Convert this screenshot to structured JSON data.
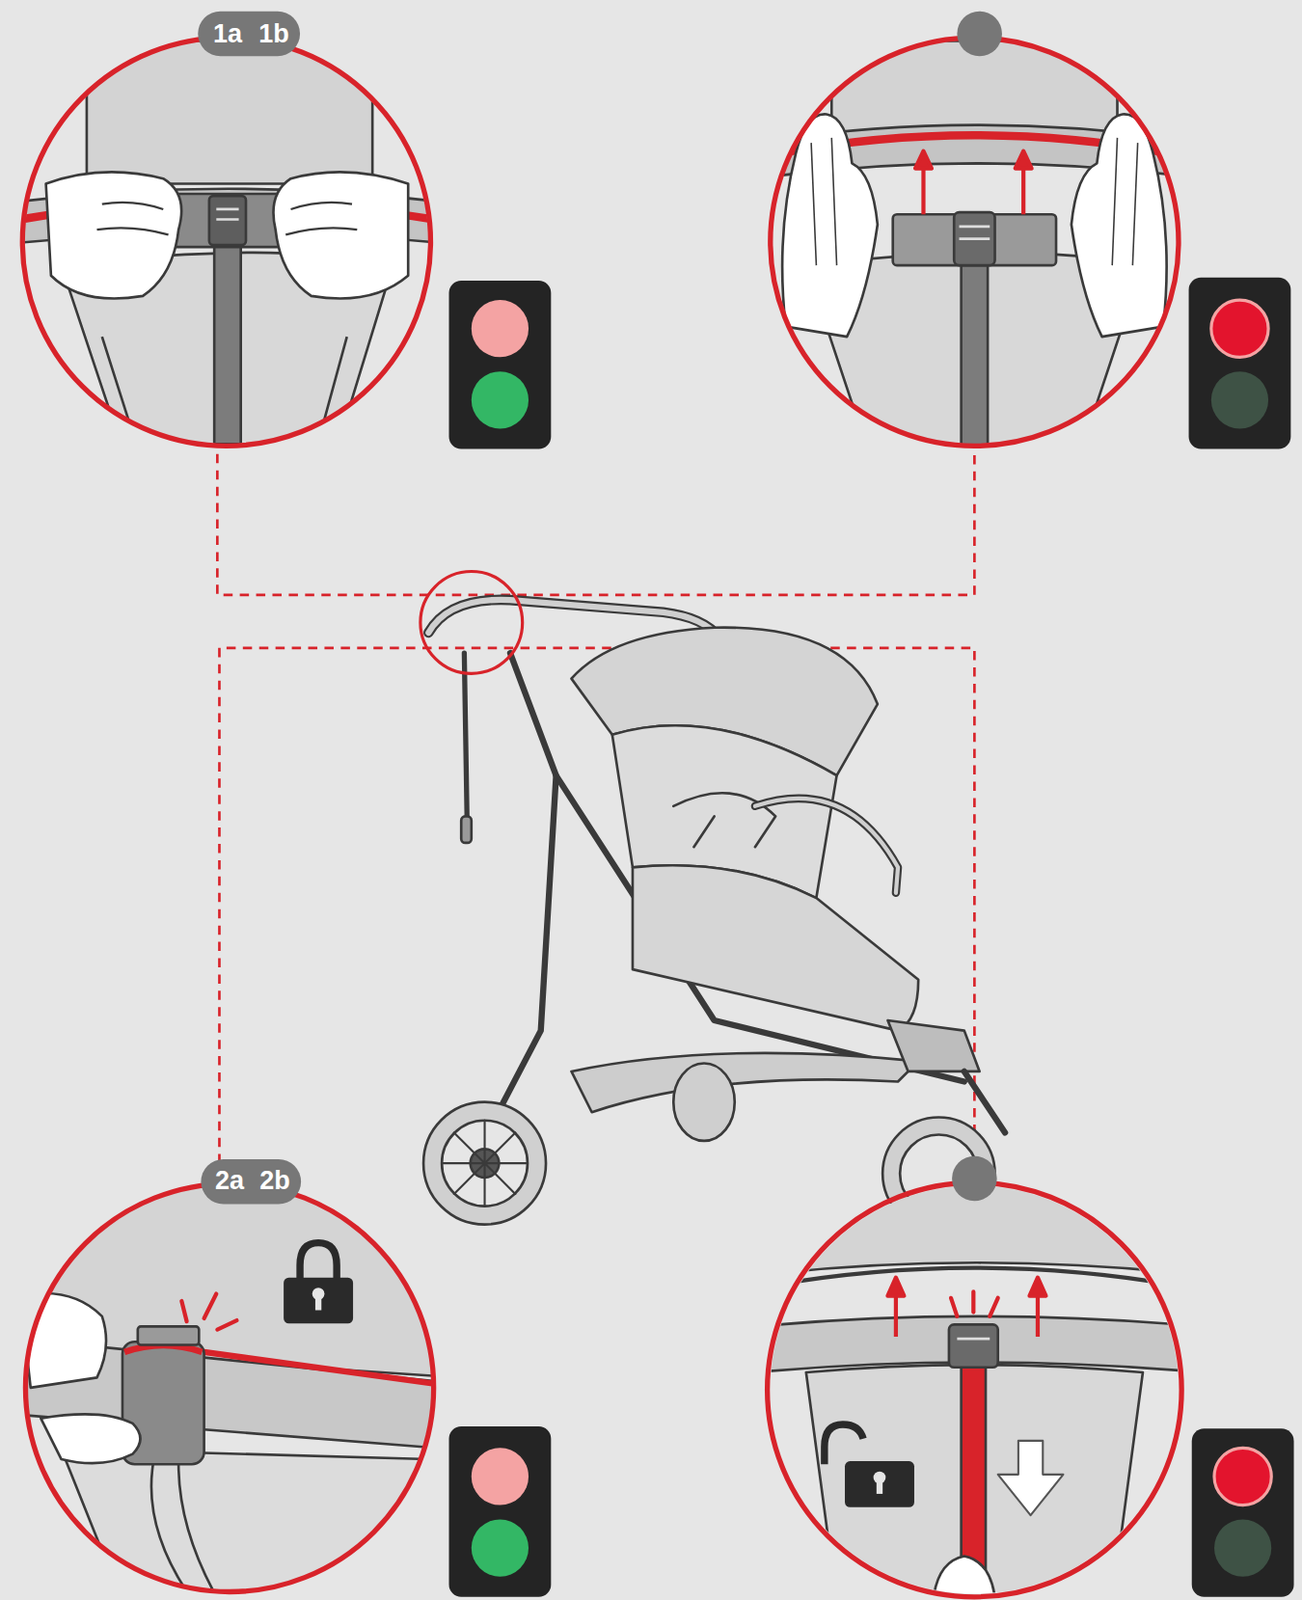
{
  "diagram": {
    "labels": [
      "1a",
      "1b",
      "2a",
      "2b"
    ]
  }
}
